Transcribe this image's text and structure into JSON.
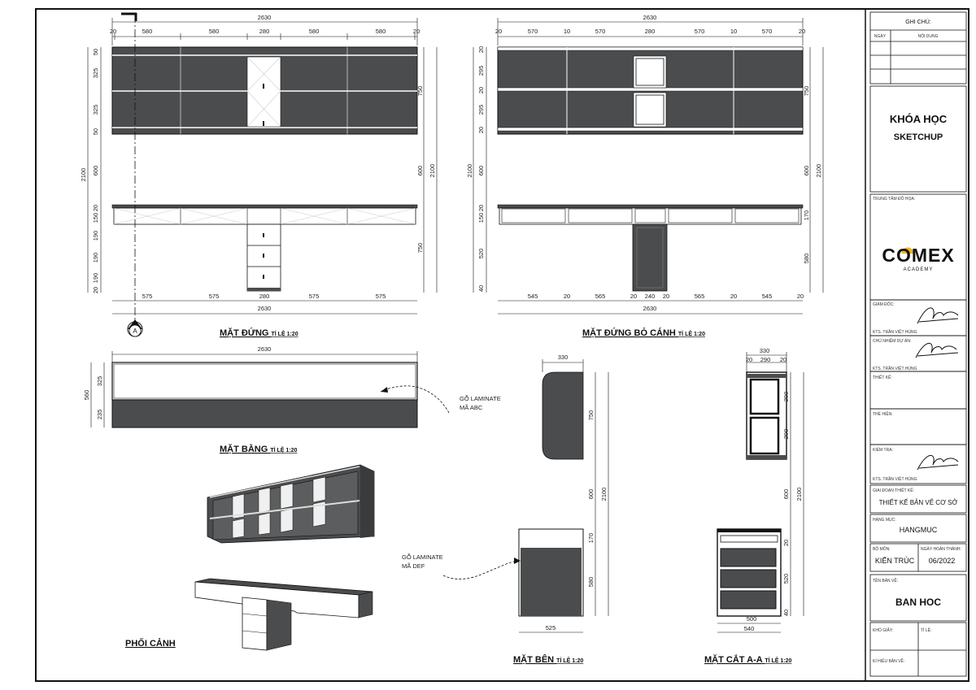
{
  "views": {
    "front": {
      "title": "MẶT ĐỨNG",
      "scale": "TỈ LỆ 1:20"
    },
    "front_no_door": {
      "title": "MẶT ĐỨNG BỎ CÁNH",
      "scale": "TỈ LỆ 1:20"
    },
    "plan": {
      "title": "MẶT BẰNG",
      "scale": "TỈ LỆ 1:20"
    },
    "side": {
      "title": "MẶT BÊN",
      "scale": "TỈ LỆ 1:20"
    },
    "section": {
      "title": "MẶT CẮT A-A",
      "scale": "TỈ LỆ 1:20"
    },
    "perspective": {
      "title": "PHỐI CẢNH"
    }
  },
  "section_marker": "A",
  "notes": {
    "laminate_abc": [
      "GỖ LAMINATE",
      "MÃ ABC"
    ],
    "laminate_def": [
      "GỖ LAMINATE",
      "MÃ DEF"
    ]
  },
  "dims": {
    "overall_width": "2630",
    "overall_height": "2100",
    "front_top_segments": [
      "20",
      "580",
      "580",
      "280",
      "580",
      "580",
      "20"
    ],
    "front_bottom_segments": [
      "575",
      "575",
      "280",
      "575",
      "575"
    ],
    "front_left_upper": [
      "50",
      "325",
      "325",
      "50"
    ],
    "front_gap": "600",
    "front_left_lower": [
      "20",
      "150",
      "190",
      "190",
      "190",
      "20"
    ],
    "front_right": [
      "750",
      "600",
      "750"
    ],
    "nodoor_top_segments": [
      "20",
      "570",
      "10",
      "570",
      "280",
      "570",
      "10",
      "570",
      "20"
    ],
    "nodoor_bottom_segments": [
      "545",
      "20",
      "565",
      "20",
      "240",
      "20",
      "565",
      "20",
      "545",
      "20"
    ],
    "nodoor_left_upper": [
      "20",
      "295",
      "20",
      "295",
      "20"
    ],
    "nodoor_left_lower": [
      "20",
      "150",
      "520",
      "40"
    ],
    "nodoor_right": [
      "750",
      "600",
      "170",
      "580"
    ],
    "plan_depth": "560",
    "plan_left": [
      "325",
      "235"
    ],
    "side_top": "330",
    "side_bottom": "525",
    "side_right": [
      "750",
      "600",
      "170",
      "580"
    ],
    "section_top": [
      "330",
      "20",
      "290",
      "20"
    ],
    "section_bottom": [
      "500",
      "540"
    ],
    "section_right": [
      "290",
      "290",
      "600",
      "20",
      "520",
      "40"
    ]
  },
  "title_block": {
    "notes_header": "GHI CHÚ:",
    "date_col": "NGÀY",
    "content_col": "NỘI DUNG",
    "course_line1": "KHÓA HỌC",
    "course_line2": "SKETCHUP",
    "center_label": "TRUNG TÂM ĐỒ HỌA:",
    "logo_main": "COMEX",
    "logo_sub": "ACADEMY",
    "director_label": "GIÁM ĐỐC:",
    "director_name": "KTS. TRẦN VIỆT HÙNG",
    "pm_label": "CHỦ NHIỆM DỰ ÁN:",
    "pm_name": "KTS. TRẦN VIỆT HÙNG",
    "designer_label": "THIẾT KẾ:",
    "drafter_label": "THỂ HIỆN:",
    "checker_label": "KIỂM TRA:",
    "checker_name": "KTS. TRẦN VIỆT HÙNG",
    "phase_label": "GIAI ĐOẠN THIẾT KẾ:",
    "phase_value": "THIẾT KẾ BẢN VẼ CƠ SỞ",
    "item_label": "HẠNG MỤC:",
    "item_value": "HANGMUC",
    "dept_label": "BỘ MÔN:",
    "dept_value": "KIẾN TRÚC",
    "date_label": "NGÀY HOÀN THÀNH:",
    "date_value": "06/2022",
    "drawing_label": "TÊN BẢN VẼ:",
    "drawing_value": "BAN HOC",
    "paper_label": "KHỔ GIẤY:",
    "ratio_label": "TỈ LỆ:",
    "code_label": "KÍ HIỆU BẢN VẼ:"
  },
  "colors": {
    "panel": "#4b4c4e",
    "line": "#111111",
    "accent": "#f2b21b"
  }
}
